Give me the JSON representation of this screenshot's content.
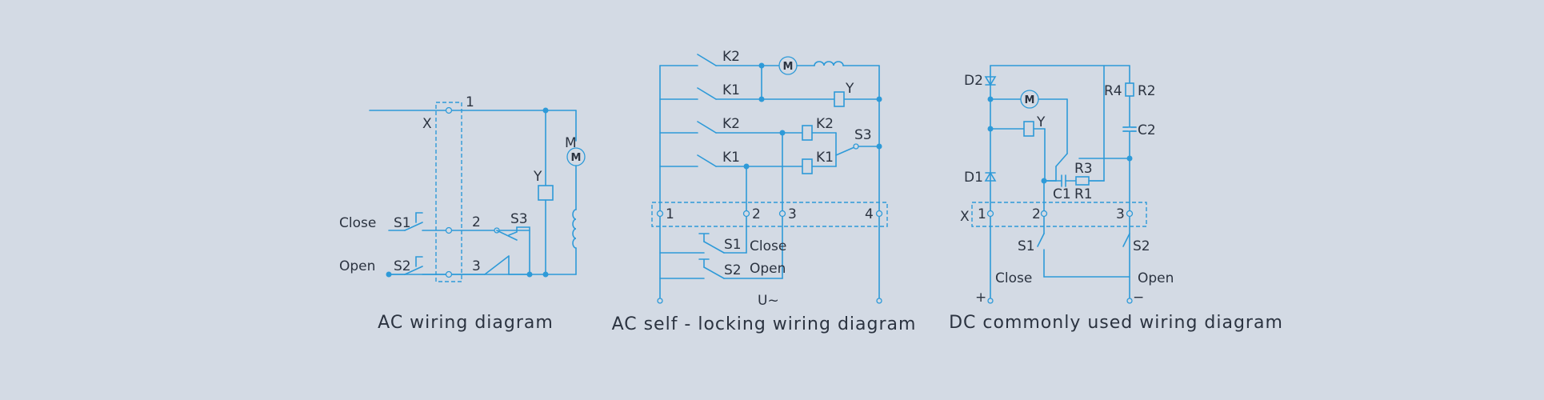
{
  "diagrams": [
    {
      "caption": "AC wiring diagram",
      "labels": {
        "terminal_block": "X",
        "t1": "1",
        "t2": "2",
        "t3": "3",
        "motor": "M",
        "coil": "Y",
        "s1": "S1",
        "s2": "S2",
        "s3": "S3",
        "close": "Close",
        "open": "Open"
      }
    },
    {
      "caption": "AC self - locking wiring diagram",
      "labels": {
        "k2_top": "K2",
        "k1_top": "K1",
        "k2_mid": "K2",
        "k1_mid": "K1",
        "k2_relay": "K2",
        "k1_relay": "K1",
        "motor": "M",
        "coil": "Y",
        "s3": "S3",
        "t1": "1",
        "t2": "2",
        "t3": "3",
        "t4": "4",
        "s1": "S1",
        "s2": "S2",
        "close": "Close",
        "open": "Open",
        "supply": "U~"
      }
    },
    {
      "caption": "DC commonly used wiring diagram",
      "labels": {
        "d2": "D2",
        "d1": "D1",
        "motor": "M",
        "coil": "Y",
        "r4": "R4",
        "r2": "R2",
        "c2": "C2",
        "r3": "R3",
        "c1": "C1",
        "r1": "R1",
        "terminal_block": "X",
        "t1": "1",
        "t2": "2",
        "t3": "3",
        "s1": "S1",
        "s2": "S2",
        "close": "Close",
        "open": "Open",
        "plus": "+",
        "minus": "−"
      }
    }
  ]
}
